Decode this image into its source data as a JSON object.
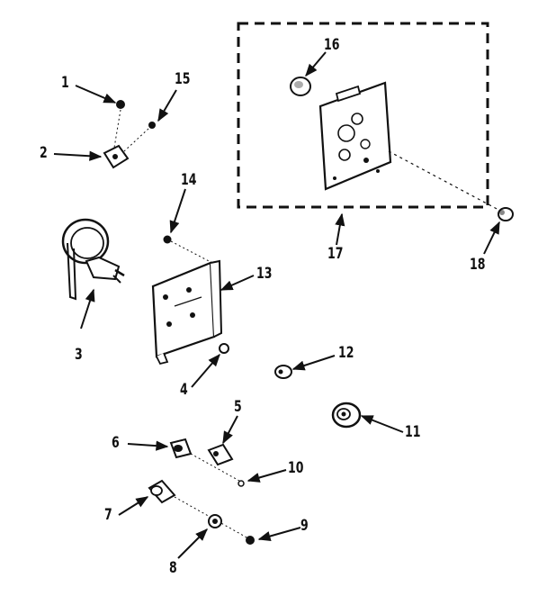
{
  "callouts": [
    {
      "id": "1",
      "text": "1"
    },
    {
      "id": "2",
      "text": "2"
    },
    {
      "id": "3",
      "text": "3"
    },
    {
      "id": "4",
      "text": "4"
    },
    {
      "id": "5",
      "text": "5"
    },
    {
      "id": "6",
      "text": "6"
    },
    {
      "id": "7",
      "text": "7"
    },
    {
      "id": "8",
      "text": "8"
    },
    {
      "id": "9",
      "text": "9"
    },
    {
      "id": "10",
      "text": "10"
    },
    {
      "id": "11",
      "text": "11"
    },
    {
      "id": "12",
      "text": "12"
    },
    {
      "id": "13",
      "text": "13"
    },
    {
      "id": "14",
      "text": "14"
    },
    {
      "id": "15",
      "text": "15"
    },
    {
      "id": "16",
      "text": "16"
    },
    {
      "id": "17",
      "text": "17"
    },
    {
      "id": "18",
      "text": "18"
    }
  ],
  "colors": {
    "ink": "#111111",
    "paper": "#ffffff"
  }
}
